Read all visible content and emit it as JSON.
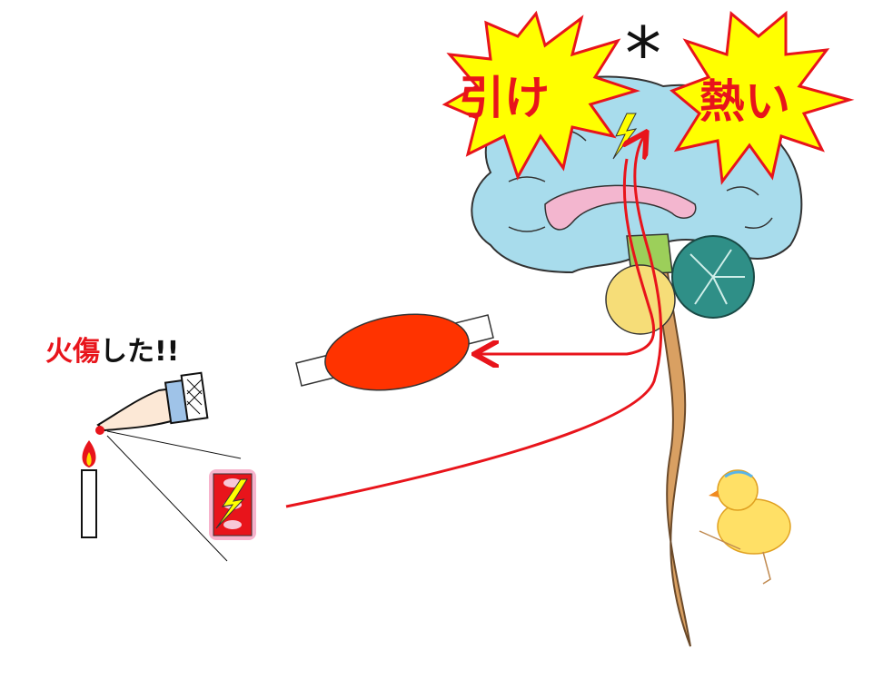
{
  "labels": {
    "pull_command": "引け",
    "hot_sensation": "熱い",
    "asterisk": "*",
    "burn_prefix": "火傷",
    "burn_suffix": "した!!"
  },
  "colors": {
    "alert_red": "#e8141b",
    "burst_yellow": "#ffff00",
    "cerebrum": "#a8dcec",
    "corpus": "#f3b6cf",
    "cerebellum": "#2f8f87",
    "pons": "#f6dd78",
    "spinal_cord": "#d9a062",
    "muscle": "#ff3300"
  }
}
